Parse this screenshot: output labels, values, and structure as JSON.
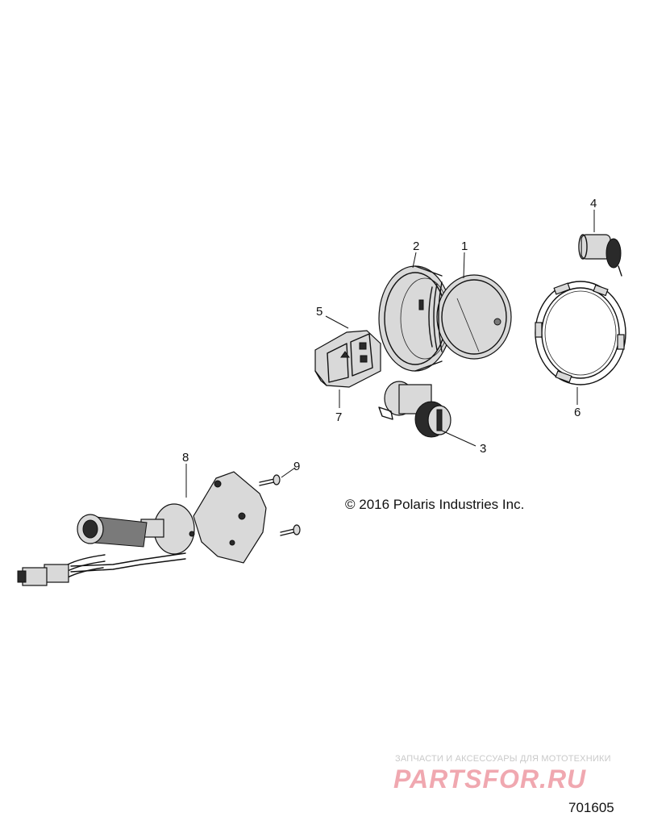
{
  "copyright": "© 2016 Polaris Industries Inc.",
  "diagram_number": "701605",
  "watermark": {
    "caption": "ЗАПЧАСТИ И АКСЕССУАРЫ ДЛЯ МОТОТЕХНИКИ",
    "logo": "PARTSFOR.RU"
  },
  "callouts": [
    "1",
    "2",
    "3",
    "4",
    "5",
    "6",
    "7",
    "8",
    "9"
  ],
  "colors": {
    "line": "#111111",
    "watermark": "#f0a8b0"
  }
}
